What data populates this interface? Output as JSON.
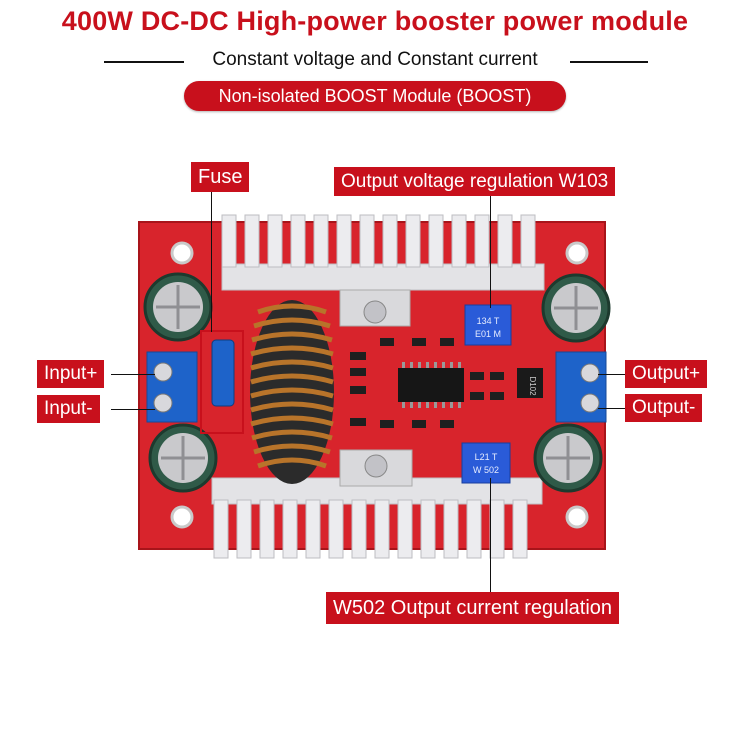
{
  "header": {
    "title": "400W DC-DC High-power booster power module",
    "subtitle": "Constant voltage and Constant current",
    "badge": "Non-isolated BOOST Module (BOOST)"
  },
  "callouts": {
    "fuse": "Fuse",
    "output_voltage": "Output voltage regulation W103",
    "input_plus": "Input+",
    "input_minus": "Input-",
    "output_plus": "Output+",
    "output_minus": "Output-",
    "output_current": "W502 Output current regulation"
  },
  "board_markings": {
    "pot_top": "134 T",
    "pot_top_2": "E01 M",
    "pot_bottom": "L21 T",
    "pot_bottom_2": "W 502",
    "diode": "D102"
  },
  "colors": {
    "accent": "#c8101c",
    "pcb": "#d8242c",
    "heatsink": "#e3e3e6",
    "pot": "#2a5bd8",
    "terminal": "#1e63c9",
    "coil_copper": "#b8742a"
  }
}
